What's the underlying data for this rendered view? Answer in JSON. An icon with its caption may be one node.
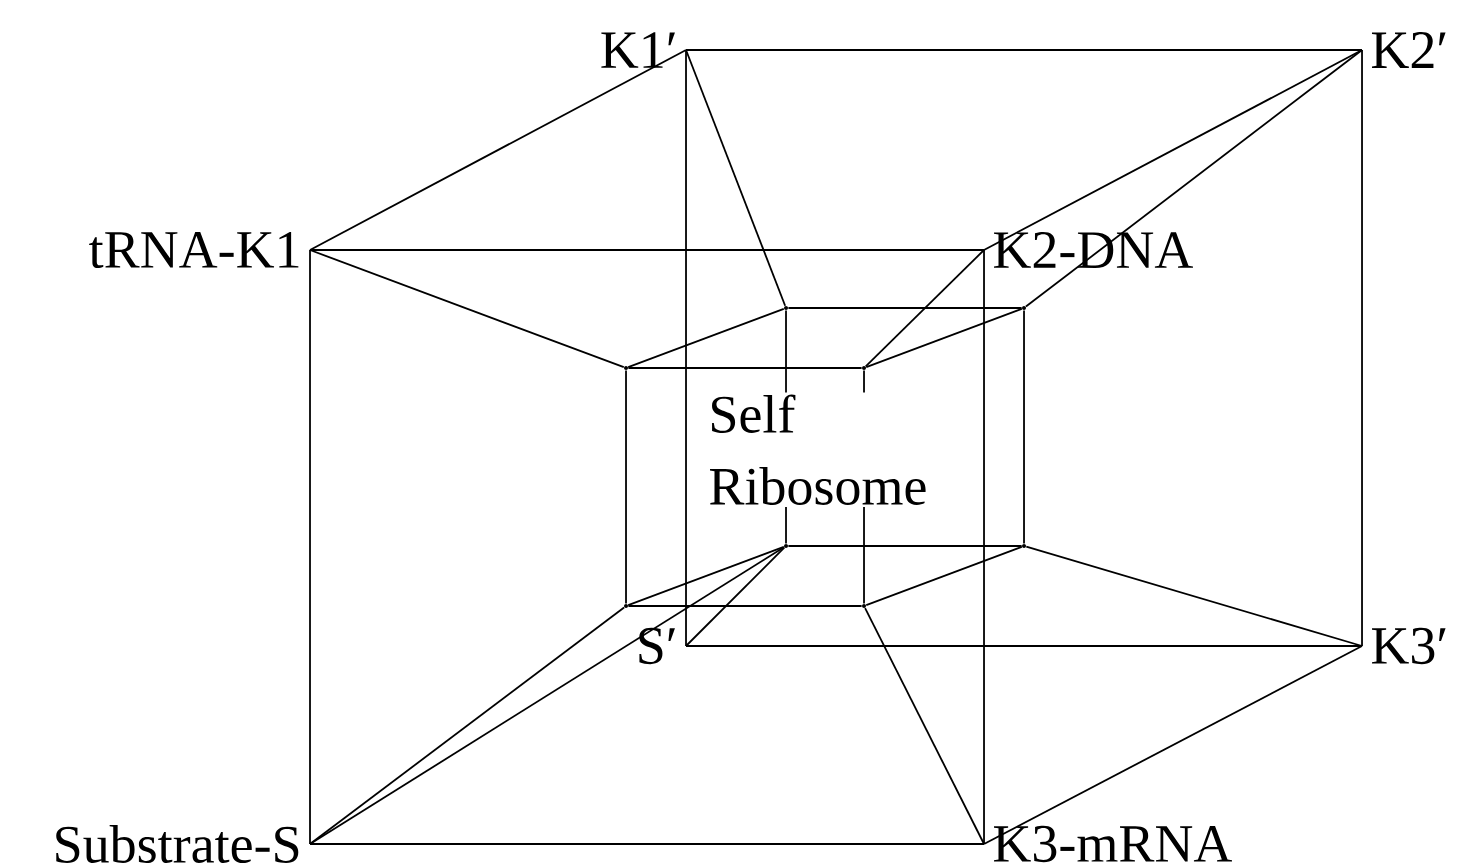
{
  "diagram": {
    "nodes": [
      {
        "text": [
          "K1′"
        ]
      },
      {
        "text": [
          "K2′"
        ]
      },
      {
        "text": [
          "tRNA-K1"
        ]
      },
      {
        "text": [
          "K2-DNA"
        ]
      },
      {
        "text": [
          "S′"
        ]
      },
      {
        "text": [
          "K3′"
        ]
      },
      {
        "text": [
          "Substrate-S"
        ]
      },
      {
        "text": [
          "K3-mRNA"
        ]
      },
      {
        "text": [],
        "shape": "point"
      },
      {
        "text": [],
        "shape": "point"
      },
      {
        "text": [],
        "shape": "point"
      },
      {
        "text": [],
        "shape": "point"
      },
      {
        "text": [],
        "shape": "point"
      },
      {
        "text": [],
        "shape": "point"
      },
      {
        "text": [],
        "shape": "point"
      },
      {
        "text": [],
        "shape": "point"
      }
    ],
    "edges": [
      {
        "from": 0,
        "to": 1,
        "arrow": "none"
      },
      {
        "from": 1,
        "to": 5,
        "arrow": "none"
      },
      {
        "from": 5,
        "to": 4,
        "arrow": "none"
      },
      {
        "from": 4,
        "to": 0,
        "arrow": "none"
      },
      {
        "from": 2,
        "to": 3,
        "arrow": "none"
      },
      {
        "from": 3,
        "to": 7,
        "arrow": "none"
      },
      {
        "from": 7,
        "to": 6,
        "arrow": "none"
      },
      {
        "from": 6,
        "to": 2,
        "arrow": "none"
      },
      {
        "from": 2,
        "to": 0,
        "arrow": "none"
      },
      {
        "from": 3,
        "to": 1,
        "arrow": "none"
      },
      {
        "from": 7,
        "to": 5,
        "arrow": "none"
      },
      {
        "from": 8,
        "to": 9,
        "arrow": "none"
      },
      {
        "from": 9,
        "to": 13,
        "arrow": "none"
      },
      {
        "from": 13,
        "to": 12,
        "arrow": "none"
      },
      {
        "from": 12,
        "to": 8,
        "arrow": "none"
      },
      {
        "from": 10,
        "to": 11,
        "arrow": "none"
      },
      {
        "from": 11,
        "to": 15,
        "arrow": "none"
      },
      {
        "from": 15,
        "to": 14,
        "arrow": "none"
      },
      {
        "from": 14,
        "to": 10,
        "arrow": "none"
      },
      {
        "from": 10,
        "to": 8,
        "arrow": "none"
      },
      {
        "from": 11,
        "to": 9,
        "arrow": "none"
      },
      {
        "from": 15,
        "to": 13,
        "arrow": "none"
      },
      {
        "from": 14,
        "to": 12,
        "arrow": "none"
      },
      {
        "from": 2,
        "to": 10,
        "arrow": "none"
      },
      {
        "from": 0,
        "to": 8,
        "arrow": "none"
      },
      {
        "from": 1,
        "to": 9,
        "arrow": "none"
      },
      {
        "from": 3,
        "to": 11,
        "arrow": "none"
      },
      {
        "from": 5,
        "to": 13,
        "arrow": "none"
      },
      {
        "from": 7,
        "to": 15,
        "arrow": "none"
      },
      {
        "from": 6,
        "to": 14,
        "arrow": "none"
      },
      {
        "from": 6,
        "to": 12,
        "arrow": "none"
      },
      {
        "from": 4,
        "to": 12,
        "arrow": "none"
      }
    ],
    "labels": [
      "Self Ribosome"
    ]
  }
}
